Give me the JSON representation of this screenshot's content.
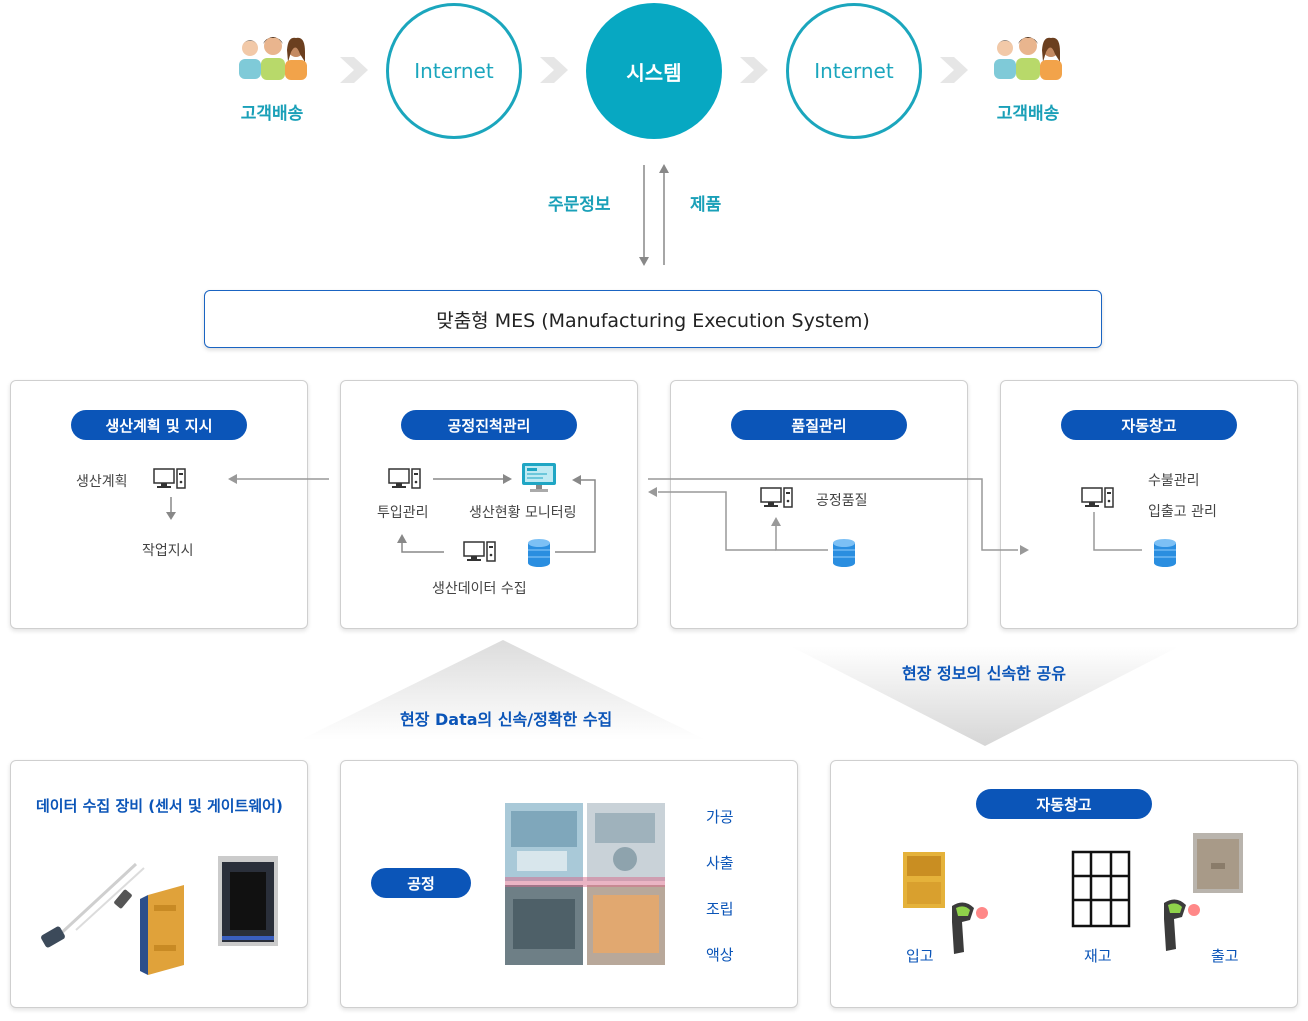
{
  "flow": {
    "customer_left": "고객배송",
    "internet_left": "Internet",
    "system": "시스템",
    "internet_right": "Internet",
    "customer_right": "고객배송"
  },
  "vertical": {
    "order_info": "주문정보",
    "product": "제품"
  },
  "mes": {
    "title": "맞춤형 MES (Manufacturing Execution System)"
  },
  "panels": {
    "plan": {
      "title": "생산계획 및 지시",
      "item_plan": "생산계획",
      "item_instruct": "작업지시"
    },
    "process": {
      "title": "공정진척관리",
      "item_input": "투입관리",
      "item_monitor": "생산현황 모니터링",
      "item_collect": "생산데이터 수집"
    },
    "quality": {
      "title": "품질관리",
      "item_quality": "공정품질"
    },
    "warehouse": {
      "title": "자동창고",
      "item_water": "수불관리",
      "item_io": "입출고 관리"
    }
  },
  "notes": {
    "collect": "현장 Data의 신속/정확한 수집",
    "share": "현장 정보의 신속한 공유"
  },
  "bottom": {
    "equipment": {
      "title": "데이터 수집 장비 (센서 및 게이트웨어)"
    },
    "process": {
      "pill": "공정",
      "steps": [
        "가공",
        "사출",
        "조립",
        "액상"
      ]
    },
    "warehouse": {
      "title": "자동창고",
      "in": "입고",
      "stock": "재고",
      "out": "출고"
    }
  },
  "colors": {
    "teal": "#07a8c2",
    "blue": "#0b55b8"
  }
}
